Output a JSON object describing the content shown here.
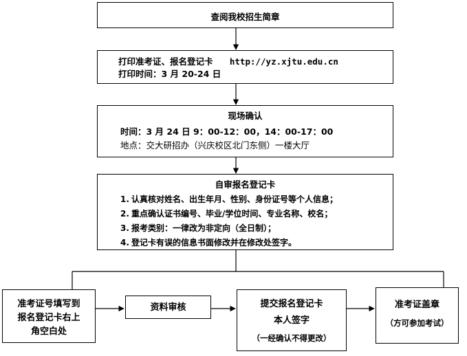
{
  "box1": {
    "title": "查阅我校招生简章"
  },
  "box2": {
    "line1_text": "打印准考证、报名登记卡",
    "url": "http://yz.xjtu.edu.cn",
    "line2": "打印时间：3 月 20-24 日"
  },
  "box3": {
    "title": "现场确认",
    "time": "时间：3 月 24 日 9：00-12：00，14：00-17：00",
    "place": "地点：交大研招办（兴庆校区北门东侧）一楼大厅"
  },
  "box4": {
    "title": "自审报名登记卡",
    "items": [
      {
        "num": "1.",
        "text": "认真核对姓名、出生年月、性别、身份证号等个人信息；"
      },
      {
        "num": "2.",
        "text": "重点确认证书编号、毕业/学位时间、专业名称、校名；"
      },
      {
        "num": "3.",
        "text": "报考类别：一律改为非定向（全日制）；"
      },
      {
        "num": "4.",
        "text": "登记卡有误的信息书面修改并在修改处签字。"
      }
    ]
  },
  "bottom": {
    "step1": {
      "lines": [
        "准考证号填写到",
        "报名登记卡右上",
        "角空白处"
      ]
    },
    "step2": {
      "label": "资料审核"
    },
    "step3": {
      "line1": "提交报名登记卡",
      "line2": "本人签字",
      "note": "（一经确认不得更改）"
    },
    "step4": {
      "label": "准考证盖章",
      "note": "（方可参加考试）"
    }
  }
}
